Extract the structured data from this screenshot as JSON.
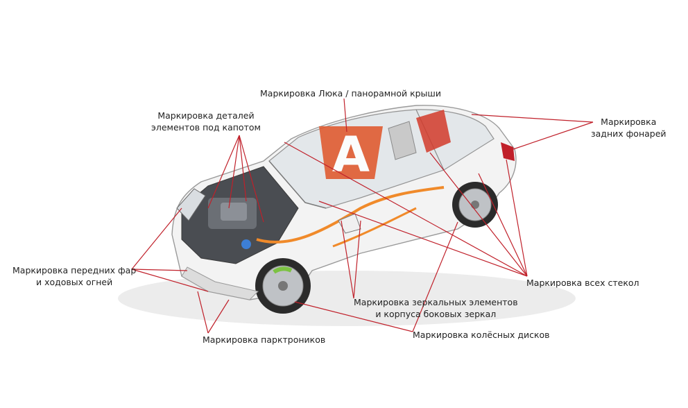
{
  "labels": {
    "sunroof": "Маркировка Люка / панорамной крыши",
    "hood_line1": "Маркировка деталей",
    "hood_line2": "элементов под капотом",
    "taillights_line1": "Маркировка",
    "taillights_line2": "задних фонарей",
    "headlights_line1": "Маркировка передних фар",
    "headlights_line2": "и ходовых огней",
    "windows": "Маркировка всех стекол",
    "mirrors_line1": "Маркировка зеркальных элементов",
    "mirrors_line2": "и корпуса боковых зеркал",
    "parktronic": "Маркировка парктроников",
    "wheels": "Маркировка колёсных дисков"
  },
  "colors": {
    "leader_line": "#c0202a",
    "logo_orange": "#e0582d",
    "accent_red": "#d23a2a",
    "brake_green": "#7cc242",
    "text": "#222222"
  },
  "logo": {
    "letter": "A"
  }
}
